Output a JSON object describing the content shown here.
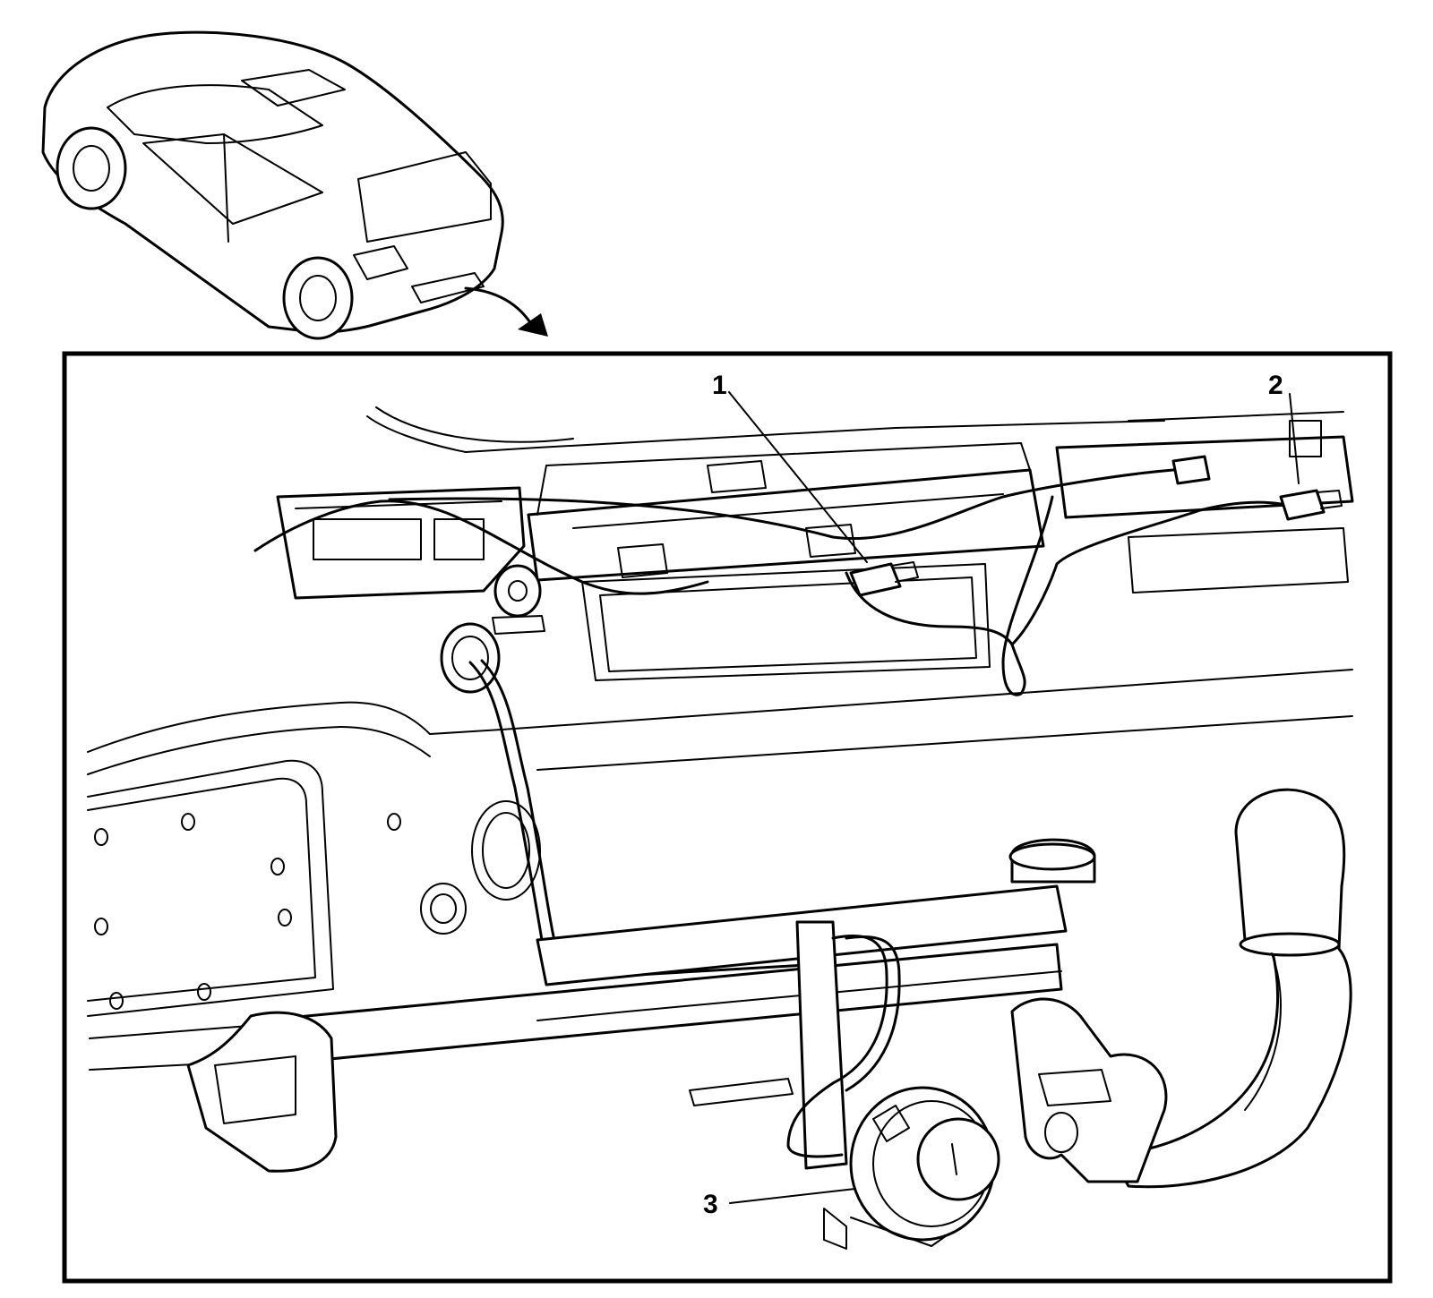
{
  "callouts": [
    {
      "id": 1,
      "label": "1",
      "part": "harness-connector"
    },
    {
      "id": 2,
      "label": "2",
      "part": "harness-connector"
    },
    {
      "id": 3,
      "label": "3",
      "part": "trailer-socket"
    }
  ],
  "icons": [
    "vehicle-locator-icon",
    "arrow-icon"
  ],
  "colors": {
    "line": "#000000",
    "background": "#ffffff"
  }
}
